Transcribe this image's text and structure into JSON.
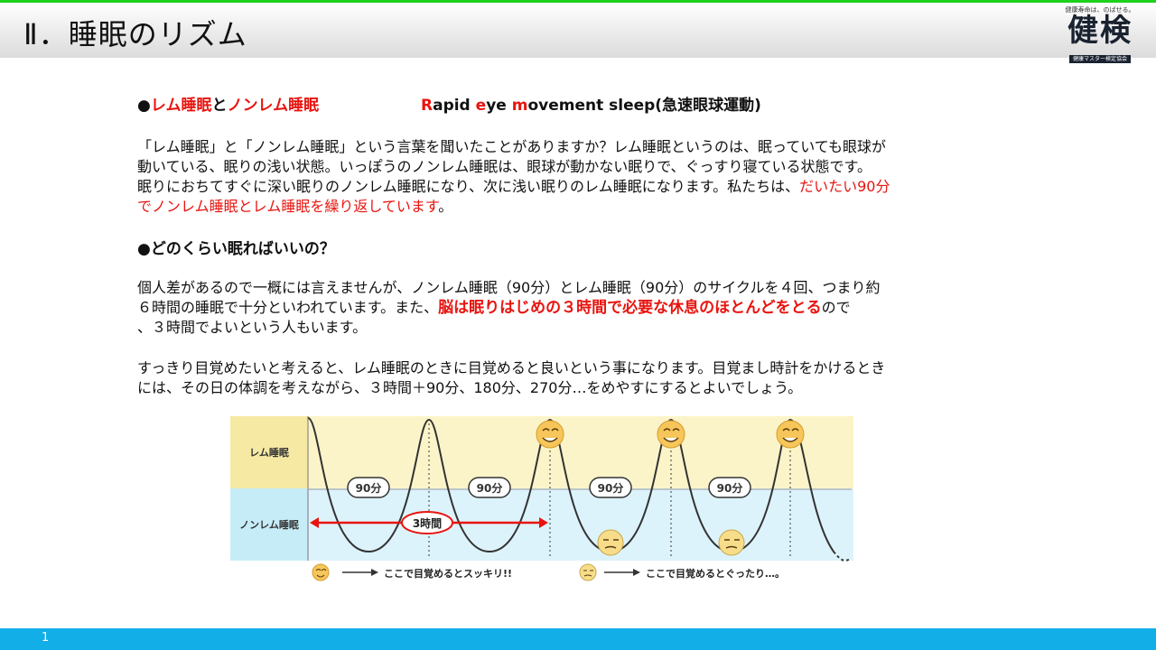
{
  "header": {
    "title": "Ⅱ．睡眠のリズム"
  },
  "logo": {
    "tagline": "健康寿命は、のばせる。",
    "text": "健検",
    "sub": "健康マスター検定協会"
  },
  "section1": {
    "bullet": "●",
    "rem": "レム睡眠",
    "to": "と",
    "nonrem": "ノンレム睡眠",
    "english_r": "R",
    "english_apid": "apid ",
    "english_e": "e",
    "english_ye": "ye ",
    "english_m": "m",
    "english_rest": "ovement sleep(急速眼球運動)"
  },
  "para1": {
    "line1": "「レム睡眠」と「ノンレム睡眠」という言葉を聞いたことがありますか？レム睡眠というのは、眠っていても眼球が",
    "line2": "動いている、眠りの浅い状態。いっぽうのノンレム睡眠は、眼球が動かない眠りで、ぐっすり寝ている状態です。",
    "line3a": "眠りにおちてすぐに深い眠りのノンレム睡眠になり、次に浅い眠りのレム睡眠になります。私たちは、",
    "line3b": "だいたい90分",
    "line4a": "でノンレム睡眠とレム睡眠を繰り返しています",
    "line4b": "。"
  },
  "section2": {
    "bullet": "●",
    "title": "どのくらい眠ればいいの？"
  },
  "para2": {
    "line1": "個人差があるので一概には言えませんが、ノンレム睡眠（90分）とレム睡眠（90分）のサイクルを４回、つまり約",
    "line2a": "６時間の睡眠で十分といわれています。また、",
    "line2b": "脳は眠りはじめの３時間で必要な休息のほとんどをとる",
    "line2c": "ので",
    "line3": "、３時間でよいという人もいます。"
  },
  "para3": {
    "line1": "すっきり目覚めたいと考えると、レム睡眠のときに目覚めると良いという事になります。目覚まし時計をかけるとき",
    "line2": "には、その日の体調を考えながら、３時間＋90分、180分、270分…をめやすにするとよいでしょう。"
  },
  "diagram": {
    "rem_label": "レム睡眠",
    "nonrem_label": "ノンレム睡眠",
    "cycle_label": "90分",
    "three_hours": "3時間",
    "legend_good": "ここで目覚めるとスッキリ!!",
    "legend_bad": "ここで目覚めるとぐったり…。",
    "colors": {
      "rem_band": "#fbf4c9",
      "rem_label_bg": "#f6e9a4",
      "nonrem_band": "#ddf3fb",
      "nonrem_label_bg": "#c6ecf8",
      "arrow": "#e8140f"
    }
  },
  "footer": {
    "page": "1"
  }
}
